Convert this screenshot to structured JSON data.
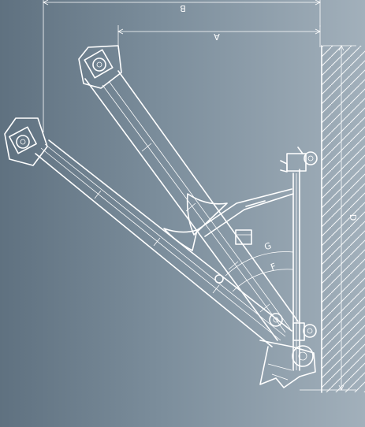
{
  "labels": {
    "a": "A",
    "b": "B",
    "d": "D",
    "f": "F",
    "g": "G"
  },
  "colors": {
    "background_left": "#5f7180",
    "background_right": "#a2b0bb",
    "line": "#ffffff"
  }
}
